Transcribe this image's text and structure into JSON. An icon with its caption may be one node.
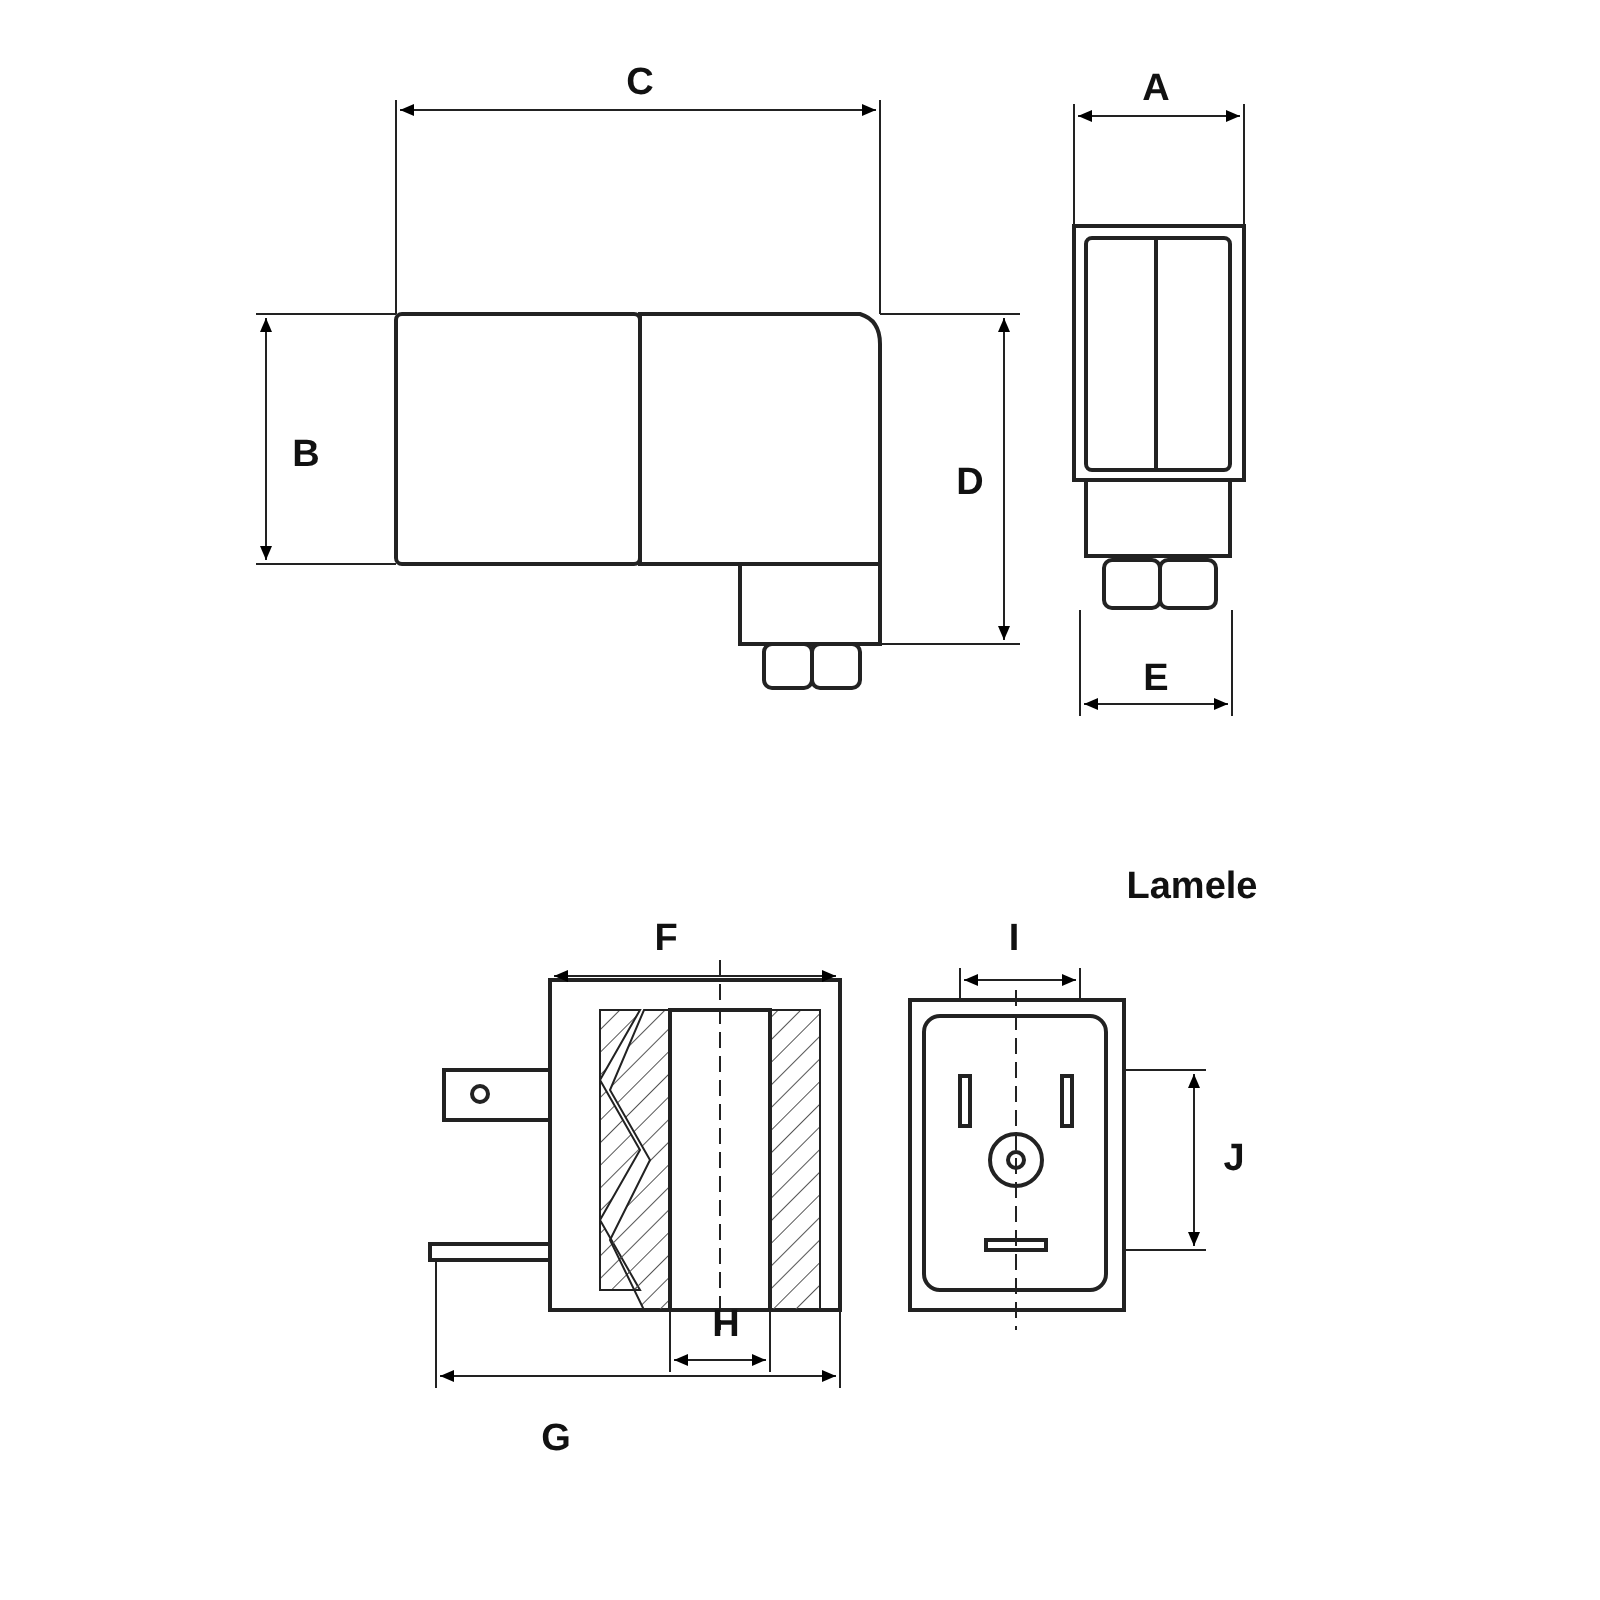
{
  "diagram": {
    "labels": [
      "C",
      "A",
      "B",
      "D",
      "E",
      "Lamele",
      "F",
      "I",
      "J",
      "H",
      "G"
    ]
  }
}
